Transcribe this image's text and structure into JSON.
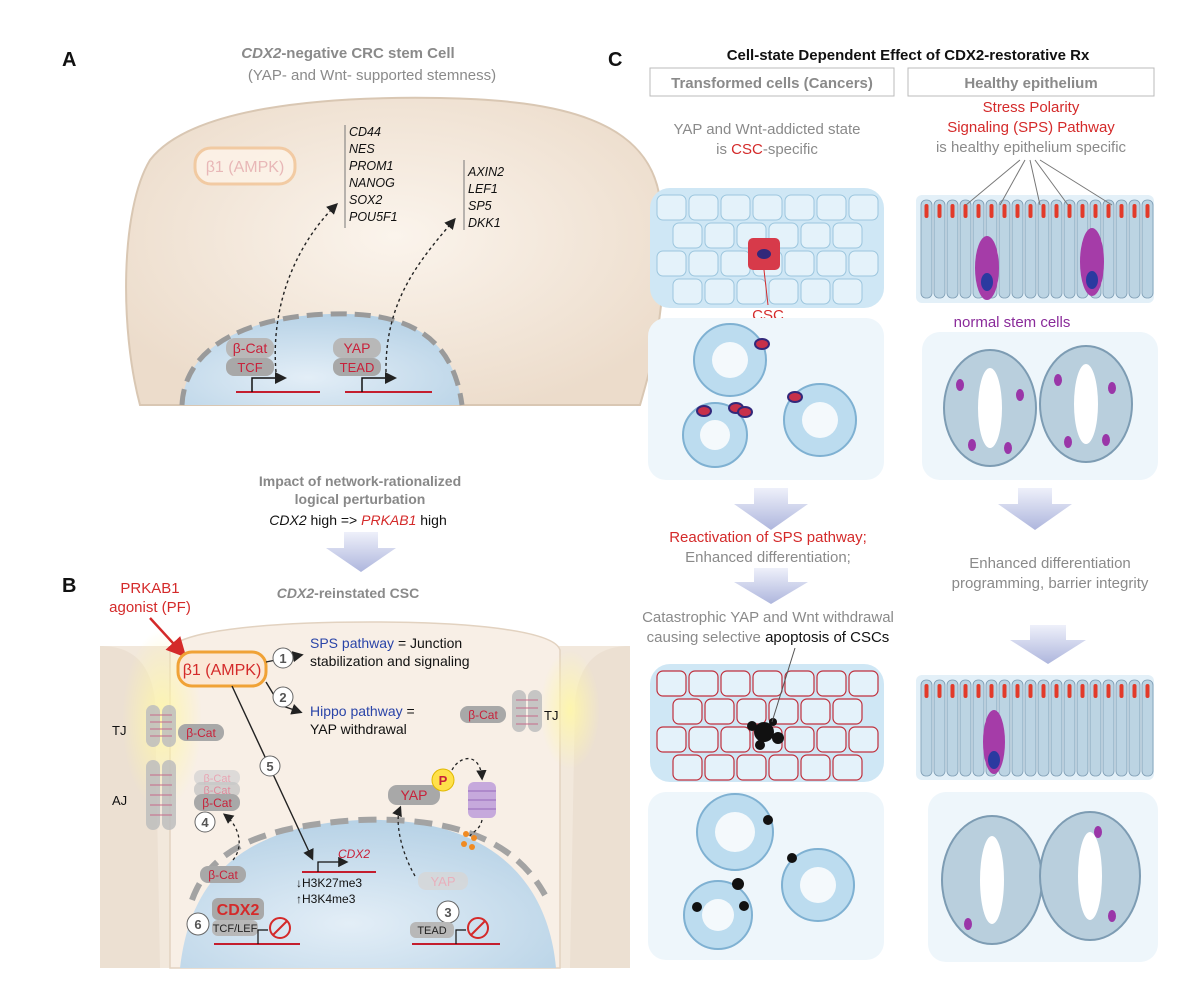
{
  "panel_a": {
    "letter": "A",
    "title_italic": "CDX2",
    "title_rest": "-negative CRC stem Cell",
    "subtitle": "(YAP- and Wnt- supported stemness)",
    "ampk": "β1 (AMPK)",
    "genes_yap": [
      "CD44",
      "NES",
      "PROM1",
      "NANOG",
      "SOX2",
      "POU5F1"
    ],
    "genes_wnt": [
      "AXIN2",
      "LEF1",
      "SP5",
      "DKK1"
    ],
    "bcat": "β-Cat",
    "tcf": "TCF",
    "yap": "YAP",
    "tead": "TEAD"
  },
  "impact": {
    "line1": "Impact of network-rationalized",
    "line2": "logical perturbation",
    "line3_a": "CDX2",
    "line3_b": " high => ",
    "line3_c": "PRKAB1",
    "line3_d": " high"
  },
  "panel_b": {
    "letter": "B",
    "agonist_1": "PRKAB1",
    "agonist_2": "agonist (PF)",
    "title_italic": "CDX2",
    "title_rest": "-reinstated CSC",
    "ampk": "β1 (AMPK)",
    "step1_a": "SPS pathway",
    "step1_b": " = Junction",
    "step1_c": "stabilization and signaling",
    "step2_a": "Hippo pathway",
    "step2_b": " =",
    "step2_c": "YAP withdrawal",
    "nums": [
      "1",
      "2",
      "3",
      "4",
      "5",
      "6"
    ],
    "tj": "TJ",
    "aj": "AJ",
    "bcat": "β-Cat",
    "yap": "YAP",
    "p": "P",
    "cdx2_gene": "CDX2",
    "h3k27": "H3K27me3",
    "h3k4": "H3K4me3",
    "cdx2_box": "CDX2",
    "tcflef": "TCF/LEF",
    "tead": "TEAD"
  },
  "panel_c": {
    "letter": "C",
    "title": "Cell-state Dependent Effect of CDX2-restorative Rx",
    "col1": "Transformed cells (Cancers)",
    "col2": "Healthy epithelium",
    "yap_line1": "YAP and Wnt-addicted state",
    "yap_line2a": "is ",
    "yap_line2b": "CSC",
    "yap_line2c": "-specific",
    "sps_line1": "Stress Polarity",
    "sps_line2": "Signaling (SPS) Pathway",
    "sps_line3": "is healthy epithelium specific",
    "csc": "CSC",
    "normal_stem": "normal stem cells",
    "react_1": "Reactivation of SPS pathway;",
    "react_2": "Enhanced differentiation;",
    "enh_1": "Enhanced differentiation",
    "enh_2": "programming, barrier integrity",
    "cat_1": "Catastrophic YAP and Wnt withdrawal",
    "cat_2a": "causing selective ",
    "cat_2b": "apoptosis of CSCs"
  },
  "colors": {
    "red": "#d42a2a",
    "blue": "#2a44a8",
    "purple": "#8a2b9a",
    "gray_text": "#8a8a8a",
    "cell_fill": "#f5ebe0",
    "nucleus_fill": "#cfe2ef",
    "tissue": "#bfe0f2",
    "arrow": "#c8cde8"
  }
}
